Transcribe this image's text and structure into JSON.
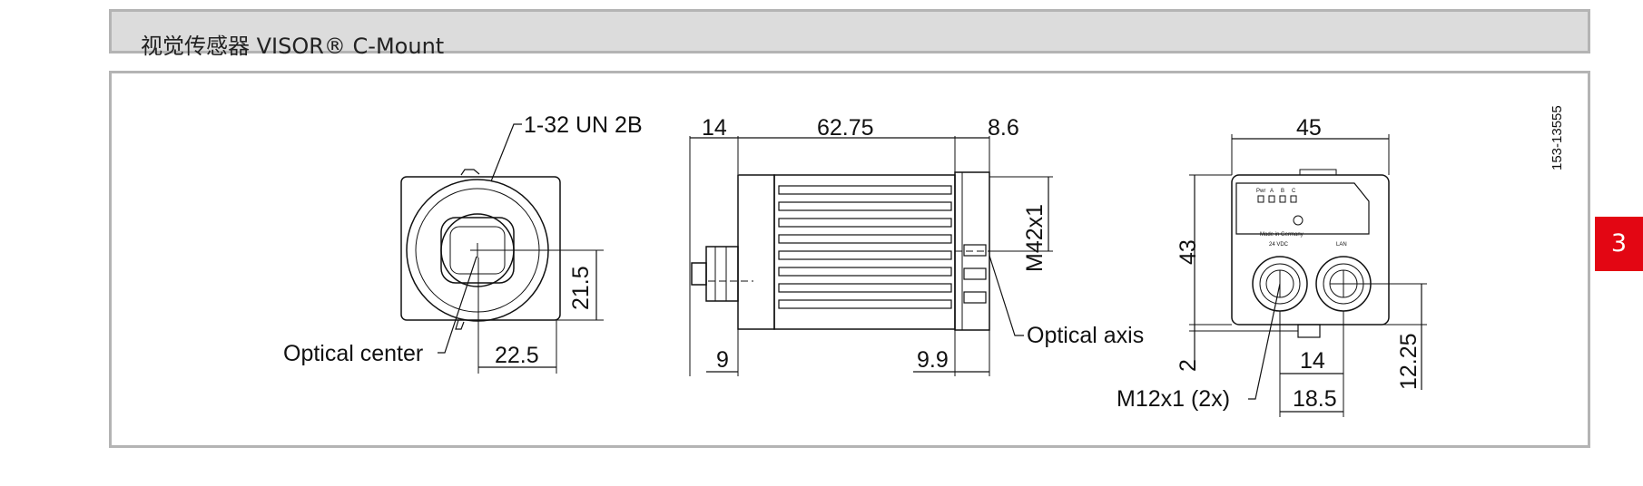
{
  "header": {
    "title": "视觉传感器 VISOR® C-Mount"
  },
  "chapter_tab": {
    "number": "3",
    "color": "#e30613"
  },
  "drawing": {
    "id": "153-13555",
    "front_view": {
      "thread_label": "1-32 UN 2B",
      "center_label": "Optical center",
      "dim_height": "21.5",
      "dim_width": "22.5"
    },
    "side_view": {
      "dim_front": "14",
      "dim_body": "62.75",
      "dim_lens": "8.6",
      "dim_thread": "M42x1",
      "dim_connector": "9",
      "dim_ring": "9.9",
      "axis_label": "Optical axis"
    },
    "rear_view": {
      "dim_width": "45",
      "dim_height": "43",
      "dim_bottom": "2",
      "dim_pitch": "14",
      "dim_span": "18.5",
      "dim_connector_height": "12.25",
      "connector_label": "M12x1 (2x)",
      "led_labels": [
        "Pwr",
        "A",
        "B",
        "C"
      ],
      "made_in": "Made in Germany",
      "port_left": "24 VDC",
      "port_right": "LAN"
    }
  }
}
